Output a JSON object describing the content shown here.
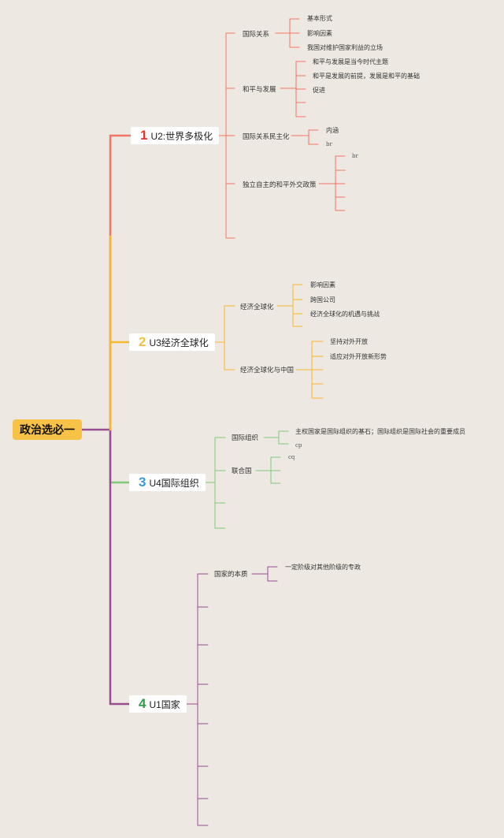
{
  "root": {
    "label": "政治选必一"
  },
  "colors": {
    "b1": "#f47563",
    "b2": "#f6b82f",
    "b3": "#7fc97a",
    "b4": "#9a4c93",
    "num1": "#e3342f",
    "num2": "#f4c243",
    "num3": "#3a9bd4",
    "num4": "#2e9e47"
  },
  "branches": [
    {
      "num": "1",
      "label": "U2:世界多极化",
      "topics": [
        {
          "label": "国际关系",
          "items": [
            "基本形式",
            "影响因素",
            "我国对维护国家利益的立场"
          ]
        },
        {
          "label": "和平与发展",
          "items": [
            "和平与发展是当今时代主题",
            "和平是发展的前提，发展是和平的基础",
            "促进"
          ]
        },
        {
          "label": "国际关系民主化",
          "items": [
            "内涵",
            "br"
          ]
        },
        {
          "label": "独立自主的和平外交政策",
          "items": [
            "br"
          ]
        }
      ]
    },
    {
      "num": "2",
      "label": "U3经济全球化",
      "topics": [
        {
          "label": "经济全球化",
          "items": [
            "影响因素",
            "跨国公司",
            "经济全球化的机遇与挑战"
          ]
        },
        {
          "label": "经济全球化与中国",
          "items": [
            "坚持对外开放",
            "适应对外开放新形势"
          ]
        }
      ]
    },
    {
      "num": "3",
      "label": "U4国际组织",
      "topics": [
        {
          "label": "国际组织",
          "items": [
            "主权国家是国际组织的基石；国际组织是国际社会的重要成员",
            "cp"
          ]
        },
        {
          "label": "联合国",
          "items": [
            "cq"
          ]
        }
      ]
    },
    {
      "num": "4",
      "label": "U1国家",
      "topics": [
        {
          "label": "国家的本质",
          "items": [
            "一定阶级对其他阶级的专政"
          ]
        }
      ]
    }
  ]
}
